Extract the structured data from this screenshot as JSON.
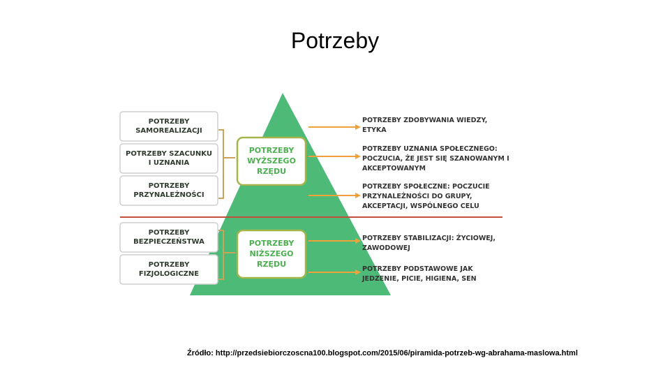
{
  "slide": {
    "title": "Potrzeby",
    "source": "Źródło: http://przedsiebiorczoscna100.blogspot.com/2015/06/piramida-potrzeb-wg-abrahama-maslowa.html"
  },
  "colors": {
    "pyramid": "#4dba77",
    "box_border": "#cfcfcf",
    "box_text": "#2f3b2f",
    "brace": "#c9a35a",
    "level_border": "#a5b54a",
    "level_text": "#4caf50",
    "arrow": "#f0a23a",
    "divider": "#c0503a",
    "right_text": "#333333"
  },
  "left_boxes": [
    {
      "lines": [
        "POTRZEBY",
        "SAMOREALIZACJI"
      ]
    },
    {
      "lines": [
        "POTRZEBY SZACUNKU",
        "I UZNANIA"
      ]
    },
    {
      "lines": [
        "POTRZEBY",
        "PRZYNALEŻNOŚCI"
      ]
    },
    {
      "lines": [
        "POTRZEBY",
        "BEZPIECZEŃSTWA"
      ]
    },
    {
      "lines": [
        "POTRZEBY",
        "FIZJOLOGICZNE"
      ]
    }
  ],
  "center_boxes": [
    {
      "lines": [
        "POTRZEBY",
        "WYŻSZEGO",
        "RZĘDU"
      ]
    },
    {
      "lines": [
        "POTRZEBY",
        "NIŻSZEGO",
        "RZĘDU"
      ]
    }
  ],
  "right_texts": [
    {
      "lines": [
        "POTRZEBY ZDOBYWANIA WIEDZY,",
        "ETYKA"
      ]
    },
    {
      "lines": [
        "POTRZEBY UZNANIA SPOŁECZNEGO:",
        "POCZUCIA, ŻE JEST SIĘ SZANOWANYM I",
        "AKCEPTOWANYM"
      ]
    },
    {
      "lines": [
        "POTRZEBY SPOŁECZNE: POCZUCIE",
        "PRZYNALEŻNOŚCI DO GRUPY,",
        "AKCEPTACJI, WSPÓLNEGO CELU"
      ]
    },
    {
      "lines": [
        "POTRZEBY STABILIZACJI: ŻYCIOWEJ,",
        "ZAWODOWEJ"
      ]
    },
    {
      "lines": [
        "POTRZEBY PODSTAWOWE JAK",
        "JEDZENIE, PICIE, HIGIENA, SEN"
      ]
    }
  ]
}
